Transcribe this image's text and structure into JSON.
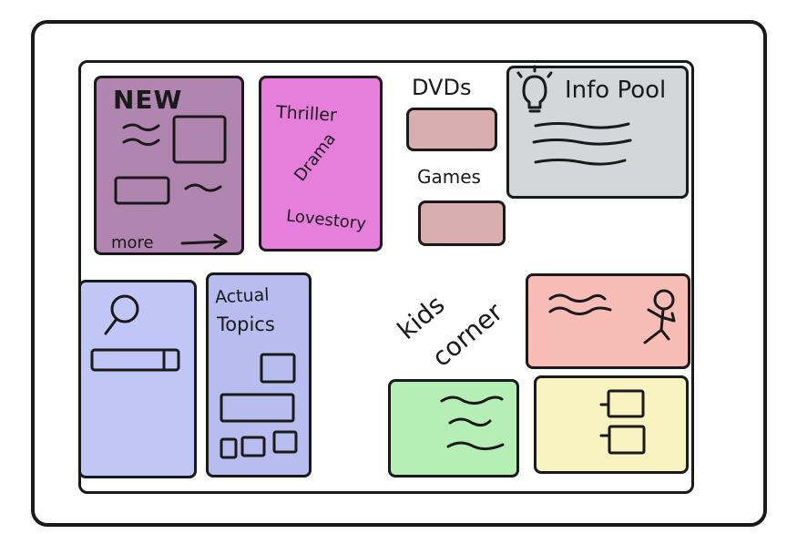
{
  "new_tile": {
    "title": "NEW",
    "more_label": "more",
    "color": "#b085b0"
  },
  "genre_tile": {
    "items": [
      "Thriller",
      "Drama",
      "Lovestory"
    ],
    "color": "#e57fdb"
  },
  "dvds": {
    "label": "DVDs"
  },
  "games": {
    "label": "Games"
  },
  "media_button_color": "#d9aeae",
  "info_pool": {
    "title": "Info Pool",
    "icon": "lightbulb-icon",
    "color": "#d4d6da"
  },
  "search_tile": {
    "icon": "search-icon",
    "color": "#c0c6f5"
  },
  "topics_tile": {
    "title_line1": "Actual",
    "title_line2": "Topics",
    "color": "#b8bdf0"
  },
  "kids": {
    "line1": "kids",
    "line2": "corner"
  },
  "kids_tiles": {
    "pink": "#f7bcb6",
    "green": "#b5efb5",
    "yellow": "#f7f4c2"
  }
}
